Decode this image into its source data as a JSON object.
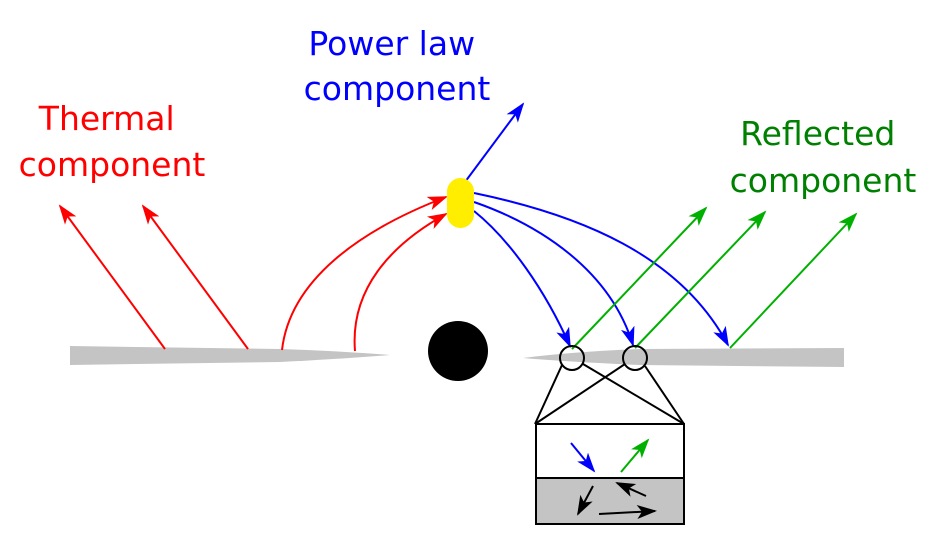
{
  "labels": {
    "thermal": {
      "line1": "Thermal",
      "line2": "component",
      "color": "#ff0000"
    },
    "power_law": {
      "line1": "Power law",
      "line2": "component",
      "color": "#0000ff"
    },
    "reflected": {
      "line1": "Reflected",
      "line2": "component",
      "color": "#008000"
    }
  },
  "colors": {
    "thermal": "#ff0000",
    "power_law": "#0000ff",
    "reflected": "#00b000",
    "corona": "#ffee00",
    "disk": "#c4c4c4",
    "black_hole": "#000000",
    "outline": "#000000"
  },
  "elements": {
    "corona": "corona",
    "black_hole": "black-hole",
    "disk_left": "accretion-disk-left",
    "disk_right": "accretion-disk-right",
    "inset": "disk-surface-inset"
  }
}
